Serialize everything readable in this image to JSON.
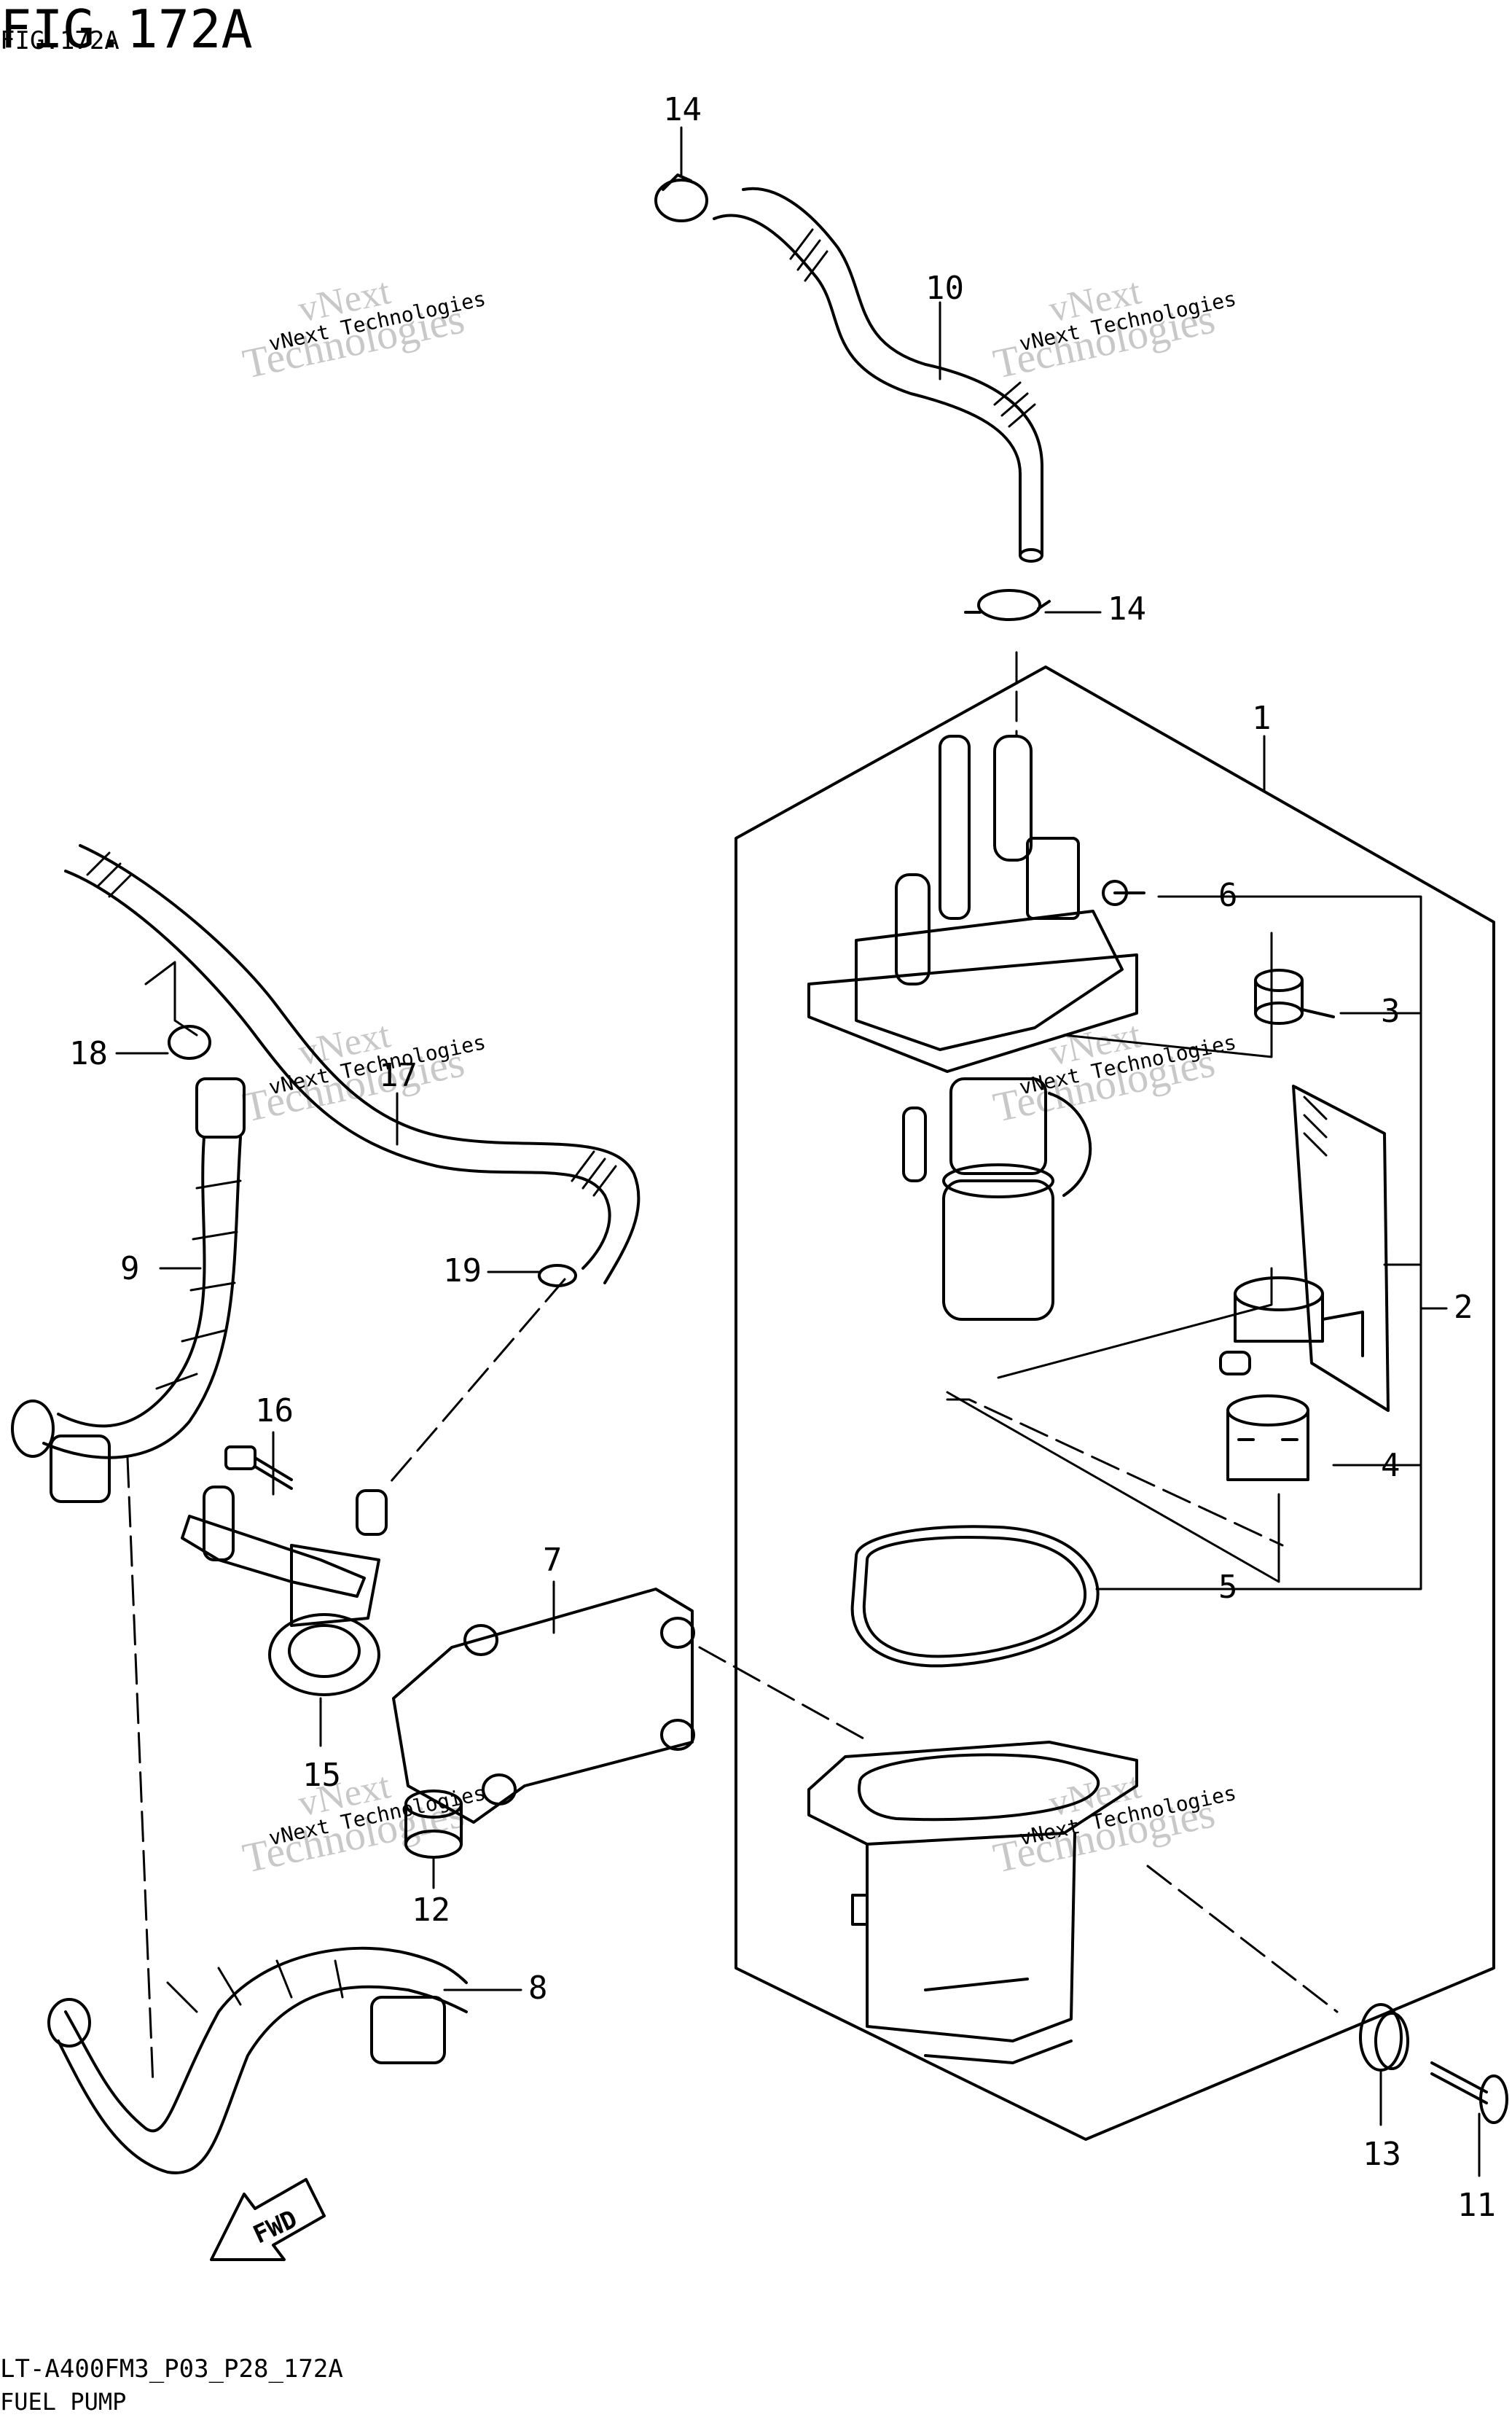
{
  "header": {
    "figure_title": "FIG.172A",
    "figure_subtitle": "FIG.172A"
  },
  "footer": {
    "model_code": "LT-A400FM3_P03_P28_172A",
    "section_name": "FUEL PUMP"
  },
  "watermark": {
    "line1": "vNext",
    "line2": "Technologies",
    "line3": "vNext Technologies"
  },
  "callouts": [
    "1",
    "2",
    "3",
    "4",
    "5",
    "6",
    "7",
    "8",
    "9",
    "10",
    "11",
    "12",
    "13",
    "14",
    "14",
    "15",
    "16",
    "17",
    "18",
    "19"
  ],
  "fwd_label": "FWD"
}
